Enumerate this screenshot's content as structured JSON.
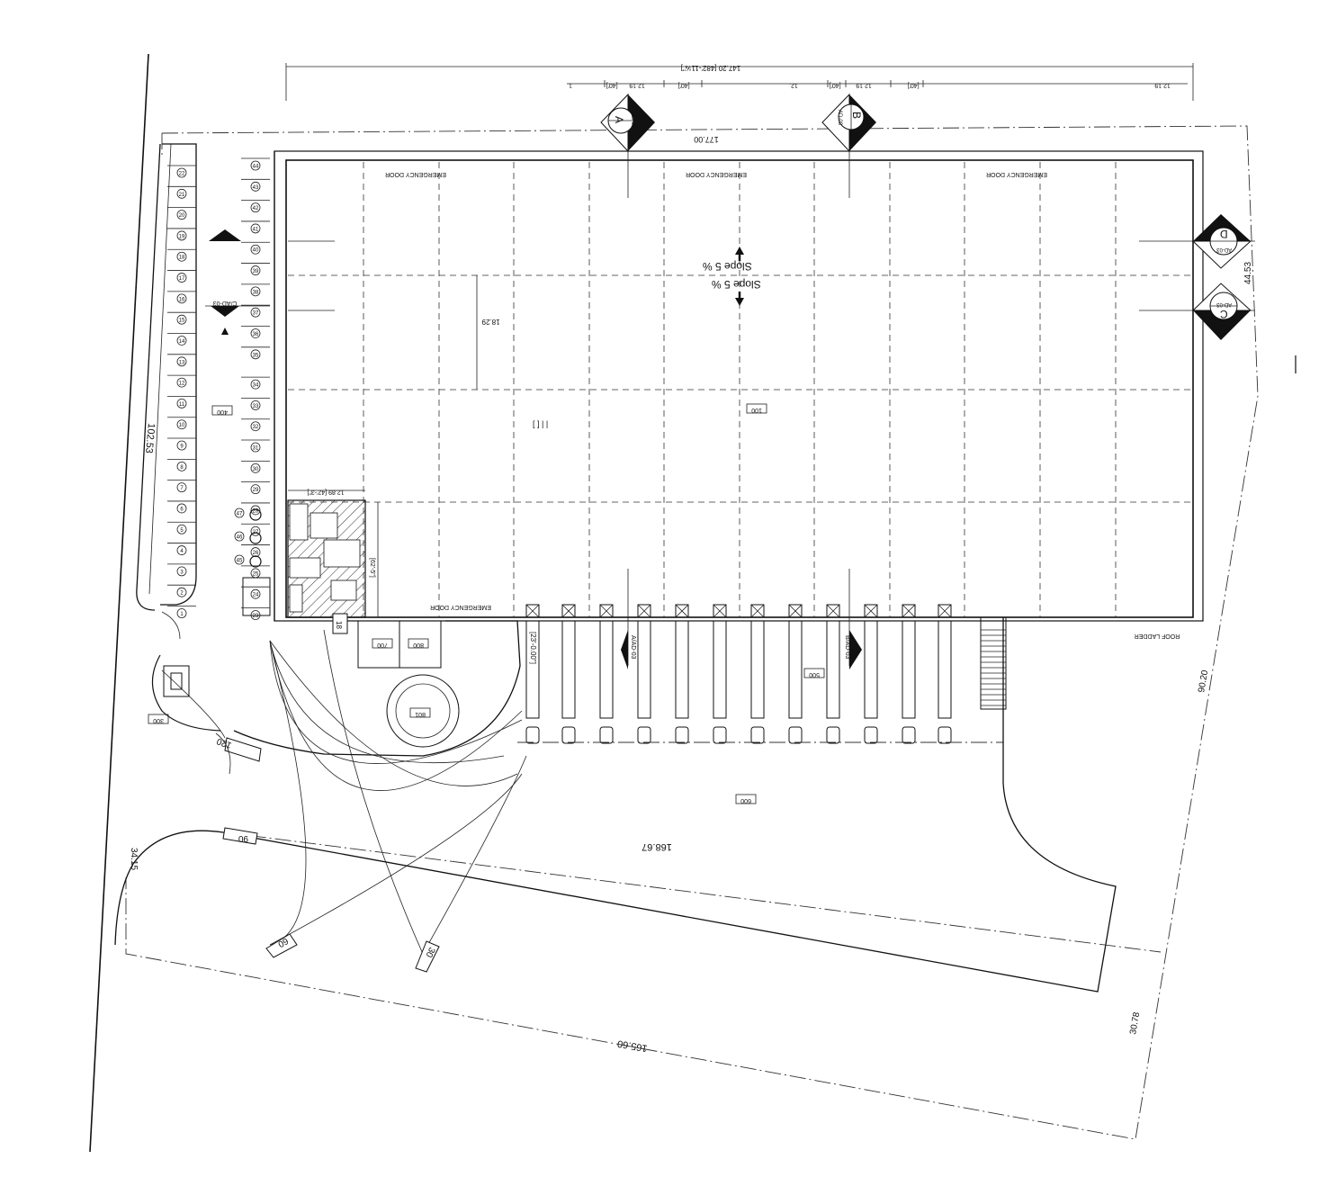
{
  "drawing": {
    "top_dimension": "147.20  [482'-11⅝\"]",
    "bay_dims": [
      "12.19",
      "[40']",
      "12.19",
      "[40']",
      "12.",
      "12.19",
      "[40']",
      "[40']",
      "12.19",
      "1"
    ],
    "building_width": "177.00",
    "building_depth": "18.29",
    "rooms": {
      "warehouse": "100",
      "parking": "400",
      "entry": "300",
      "dock": "500",
      "truck_court": "600",
      "room_700": "700",
      "room_800": "800",
      "room_801": "801"
    },
    "office_dims": [
      "12.89  [42'-3\"]",
      "[62'-5\"]"
    ],
    "dock_door_dim": "[23'-0.00\"]",
    "slope_labels": [
      "Slope 5 %",
      "Slope 5 %"
    ],
    "emergency_door": "EMERGENCY DOOR",
    "roof_ladder": "ROOF LADDER",
    "sections": [
      {
        "letter": "A",
        "sheet": "AD-03"
      },
      {
        "letter": "B",
        "sheet": "AD-03"
      },
      {
        "letter": "C",
        "sheet": "AD-03"
      },
      {
        "letter": "D",
        "sheet": "AD-03"
      }
    ],
    "side_section": "C/AD-03",
    "dock_sections": [
      "A/AD-03",
      "B/AD-03"
    ],
    "small_mark": "18",
    "property_dims": [
      "102.53",
      "44.53",
      "90.20",
      "168.67",
      "165.60",
      "30.78",
      "34.15"
    ],
    "turn_arrows": [
      "120",
      "90",
      "60",
      "30"
    ],
    "parking_numbers": [
      "44",
      "43",
      "42",
      "41",
      "40",
      "39",
      "38",
      "37",
      "36",
      "35",
      "34",
      "33",
      "32",
      "31",
      "30",
      "29",
      "28",
      "27",
      "26",
      "25",
      "24",
      "23",
      "22",
      "21",
      "20",
      "19",
      "18",
      "17",
      "16",
      "15",
      "14",
      "13",
      "12",
      "11",
      "10",
      "9",
      "8",
      "7",
      "6",
      "5",
      "4",
      "3",
      "2",
      "1"
    ],
    "accessible_numbers": [
      "47",
      "46",
      "45"
    ],
    "misc_text": "[ ]  | |"
  }
}
